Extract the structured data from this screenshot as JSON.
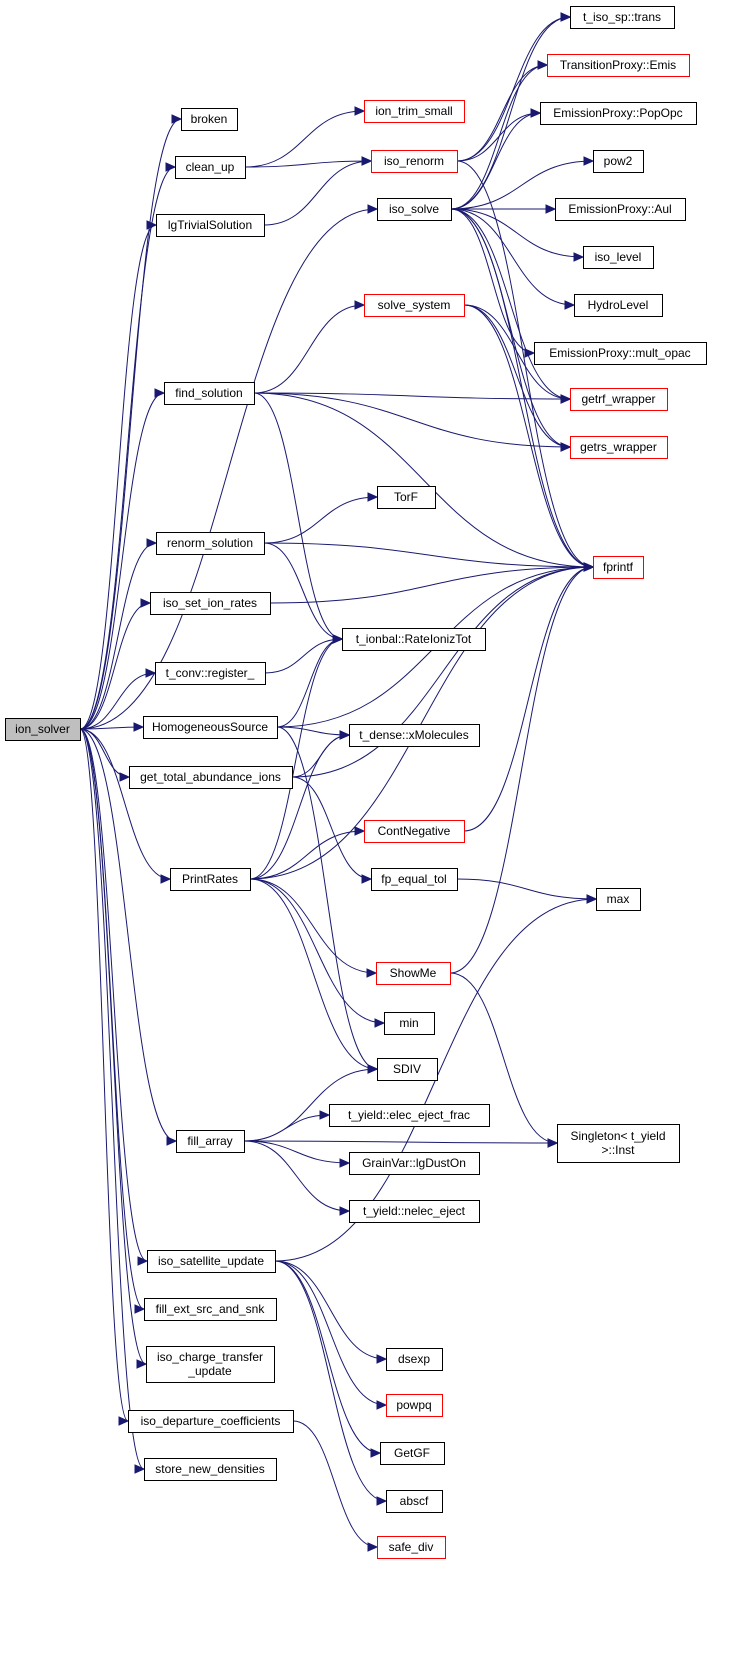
{
  "colors": {
    "edge": "#191970",
    "red_border": "#ff0000",
    "root_fill": "#bfbfbf"
  },
  "nodes": [
    {
      "id": "ion_solver",
      "lines": [
        "ion_solver"
      ],
      "root": true
    },
    {
      "id": "broken",
      "lines": [
        "broken"
      ]
    },
    {
      "id": "clean_up",
      "lines": [
        "clean_up"
      ]
    },
    {
      "id": "lgTrivialSolution",
      "lines": [
        "lgTrivialSolution"
      ]
    },
    {
      "id": "find_solution",
      "lines": [
        "find_solution"
      ]
    },
    {
      "id": "renorm_solution",
      "lines": [
        "renorm_solution"
      ]
    },
    {
      "id": "iso_set_ion_rates",
      "lines": [
        "iso_set_ion_rates"
      ]
    },
    {
      "id": "t_conv_register_",
      "lines": [
        "t_conv::register_"
      ]
    },
    {
      "id": "HomogeneousSource",
      "lines": [
        "HomogeneousSource"
      ]
    },
    {
      "id": "get_total_abundance_ions",
      "lines": [
        "get_total_abundance_ions"
      ]
    },
    {
      "id": "PrintRates",
      "lines": [
        "PrintRates"
      ]
    },
    {
      "id": "fill_array",
      "lines": [
        "fill_array"
      ]
    },
    {
      "id": "iso_satellite_update",
      "lines": [
        "iso_satellite_update"
      ]
    },
    {
      "id": "fill_ext_src_and_snk",
      "lines": [
        "fill_ext_src_and_snk"
      ]
    },
    {
      "id": "iso_charge_transfer_update",
      "lines": [
        "iso_charge_transfer",
        "_update"
      ]
    },
    {
      "id": "iso_departure_coefficients",
      "lines": [
        "iso_departure_coefficients"
      ]
    },
    {
      "id": "store_new_densities",
      "lines": [
        "store_new_densities"
      ]
    },
    {
      "id": "ion_trim_small",
      "lines": [
        "ion_trim_small"
      ],
      "red": true
    },
    {
      "id": "iso_renorm",
      "lines": [
        "iso_renorm"
      ],
      "red": true
    },
    {
      "id": "iso_solve",
      "lines": [
        "iso_solve"
      ]
    },
    {
      "id": "solve_system",
      "lines": [
        "solve_system"
      ],
      "red": true
    },
    {
      "id": "TorF",
      "lines": [
        "TorF"
      ]
    },
    {
      "id": "t_ionbal_RateIonizTot",
      "lines": [
        "t_ionbal::RateIonizTot"
      ]
    },
    {
      "id": "t_dense_xMolecules",
      "lines": [
        "t_dense::xMolecules"
      ]
    },
    {
      "id": "ContNegative",
      "lines": [
        "ContNegative"
      ],
      "red": true
    },
    {
      "id": "fp_equal_tol",
      "lines": [
        "fp_equal_tol"
      ]
    },
    {
      "id": "ShowMe",
      "lines": [
        "ShowMe"
      ],
      "red": true
    },
    {
      "id": "min",
      "lines": [
        "min"
      ]
    },
    {
      "id": "SDIV",
      "lines": [
        "SDIV"
      ]
    },
    {
      "id": "t_yield_elec_eject_frac",
      "lines": [
        "t_yield::elec_eject_frac"
      ]
    },
    {
      "id": "GrainVar_lgDustOn",
      "lines": [
        "GrainVar::lgDustOn"
      ]
    },
    {
      "id": "t_yield_nelec_eject",
      "lines": [
        "t_yield::nelec_eject"
      ]
    },
    {
      "id": "dsexp",
      "lines": [
        "dsexp"
      ]
    },
    {
      "id": "powpq",
      "lines": [
        "powpq"
      ],
      "red": true
    },
    {
      "id": "GetGF",
      "lines": [
        "GetGF"
      ]
    },
    {
      "id": "abscf",
      "lines": [
        "abscf"
      ]
    },
    {
      "id": "safe_div",
      "lines": [
        "safe_div"
      ],
      "red": true
    },
    {
      "id": "t_iso_sp_trans",
      "lines": [
        "t_iso_sp::trans"
      ]
    },
    {
      "id": "TransitionProxy_Emis",
      "lines": [
        "TransitionProxy::Emis"
      ],
      "red": true
    },
    {
      "id": "EmissionProxy_PopOpc",
      "lines": [
        "EmissionProxy::PopOpc"
      ]
    },
    {
      "id": "pow2",
      "lines": [
        "pow2"
      ]
    },
    {
      "id": "EmissionProxy_Aul",
      "lines": [
        "EmissionProxy::Aul"
      ]
    },
    {
      "id": "iso_level",
      "lines": [
        "iso_level"
      ]
    },
    {
      "id": "HydroLevel",
      "lines": [
        "HydroLevel"
      ]
    },
    {
      "id": "EmissionProxy_mult_opac",
      "lines": [
        "EmissionProxy::mult_opac"
      ]
    },
    {
      "id": "getrf_wrapper",
      "lines": [
        "getrf_wrapper"
      ],
      "red": true
    },
    {
      "id": "getrs_wrapper",
      "lines": [
        "getrs_wrapper"
      ],
      "red": true
    },
    {
      "id": "fprintf",
      "lines": [
        "fprintf"
      ],
      "red": true
    },
    {
      "id": "max",
      "lines": [
        "max"
      ]
    },
    {
      "id": "Singleton_t_yield_Inst",
      "lines": [
        "Singleton< t_yield",
        ">::Inst"
      ]
    }
  ],
  "edges": [
    [
      "ion_solver",
      "broken"
    ],
    [
      "ion_solver",
      "clean_up"
    ],
    [
      "ion_solver",
      "lgTrivialSolution"
    ],
    [
      "ion_solver",
      "iso_solve"
    ],
    [
      "ion_solver",
      "find_solution"
    ],
    [
      "ion_solver",
      "renorm_solution"
    ],
    [
      "ion_solver",
      "iso_set_ion_rates"
    ],
    [
      "ion_solver",
      "t_conv_register_"
    ],
    [
      "ion_solver",
      "HomogeneousSource"
    ],
    [
      "ion_solver",
      "get_total_abundance_ions"
    ],
    [
      "ion_solver",
      "PrintRates"
    ],
    [
      "ion_solver",
      "fill_array"
    ],
    [
      "ion_solver",
      "iso_satellite_update"
    ],
    [
      "ion_solver",
      "fill_ext_src_and_snk"
    ],
    [
      "ion_solver",
      "iso_charge_transfer_update"
    ],
    [
      "ion_solver",
      "iso_departure_coefficients"
    ],
    [
      "ion_solver",
      "store_new_densities"
    ],
    [
      "clean_up",
      "ion_trim_small"
    ],
    [
      "clean_up",
      "iso_renorm"
    ],
    [
      "lgTrivialSolution",
      "iso_renorm"
    ],
    [
      "iso_renorm",
      "t_iso_sp_trans"
    ],
    [
      "iso_renorm",
      "TransitionProxy_Emis"
    ],
    [
      "iso_renorm",
      "EmissionProxy_PopOpc"
    ],
    [
      "iso_renorm",
      "fprintf"
    ],
    [
      "iso_solve",
      "t_iso_sp_trans"
    ],
    [
      "iso_solve",
      "TransitionProxy_Emis"
    ],
    [
      "iso_solve",
      "EmissionProxy_PopOpc"
    ],
    [
      "iso_solve",
      "pow2"
    ],
    [
      "iso_solve",
      "EmissionProxy_Aul"
    ],
    [
      "iso_solve",
      "iso_level"
    ],
    [
      "iso_solve",
      "HydroLevel"
    ],
    [
      "iso_solve",
      "EmissionProxy_mult_opac"
    ],
    [
      "iso_solve",
      "getrf_wrapper"
    ],
    [
      "iso_solve",
      "getrs_wrapper"
    ],
    [
      "iso_solve",
      "fprintf"
    ],
    [
      "find_solution",
      "solve_system"
    ],
    [
      "find_solution",
      "getrf_wrapper"
    ],
    [
      "find_solution",
      "getrs_wrapper"
    ],
    [
      "find_solution",
      "fprintf"
    ],
    [
      "find_solution",
      "t_ionbal_RateIonizTot"
    ],
    [
      "solve_system",
      "getrf_wrapper"
    ],
    [
      "solve_system",
      "getrs_wrapper"
    ],
    [
      "solve_system",
      "fprintf"
    ],
    [
      "renorm_solution",
      "TorF"
    ],
    [
      "renorm_solution",
      "fprintf"
    ],
    [
      "renorm_solution",
      "t_ionbal_RateIonizTot"
    ],
    [
      "iso_set_ion_rates",
      "fprintf"
    ],
    [
      "t_conv_register_",
      "t_ionbal_RateIonizTot"
    ],
    [
      "HomogeneousSource",
      "t_ionbal_RateIonizTot"
    ],
    [
      "HomogeneousSource",
      "t_dense_xMolecules"
    ],
    [
      "HomogeneousSource",
      "fprintf"
    ],
    [
      "HomogeneousSource",
      "SDIV"
    ],
    [
      "get_total_abundance_ions",
      "t_dense_xMolecules"
    ],
    [
      "get_total_abundance_ions",
      "fprintf"
    ],
    [
      "get_total_abundance_ions",
      "fp_equal_tol"
    ],
    [
      "PrintRates",
      "t_ionbal_RateIonizTot"
    ],
    [
      "PrintRates",
      "t_dense_xMolecules"
    ],
    [
      "PrintRates",
      "ContNegative"
    ],
    [
      "PrintRates",
      "fprintf"
    ],
    [
      "PrintRates",
      "ShowMe"
    ],
    [
      "PrintRates",
      "min"
    ],
    [
      "PrintRates",
      "SDIV"
    ],
    [
      "ContNegative",
      "fprintf"
    ],
    [
      "fp_equal_tol",
      "max"
    ],
    [
      "ShowMe",
      "fprintf"
    ],
    [
      "ShowMe",
      "Singleton_t_yield_Inst"
    ],
    [
      "fill_array",
      "SDIV"
    ],
    [
      "fill_array",
      "t_yield_elec_eject_frac"
    ],
    [
      "fill_array",
      "GrainVar_lgDustOn"
    ],
    [
      "fill_array",
      "t_yield_nelec_eject"
    ],
    [
      "fill_array",
      "Singleton_t_yield_Inst"
    ],
    [
      "iso_satellite_update",
      "max"
    ],
    [
      "iso_satellite_update",
      "dsexp"
    ],
    [
      "iso_satellite_update",
      "powpq"
    ],
    [
      "iso_satellite_update",
      "GetGF"
    ],
    [
      "iso_satellite_update",
      "abscf"
    ],
    [
      "iso_departure_coefficients",
      "safe_div"
    ]
  ]
}
